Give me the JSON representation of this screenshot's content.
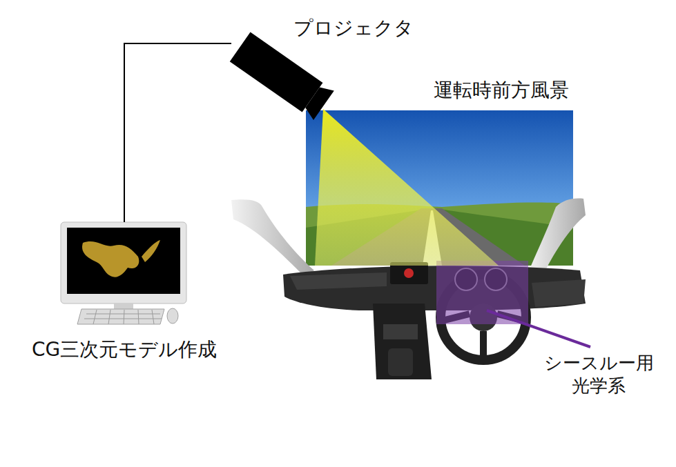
{
  "diagram": {
    "nodes": [
      {
        "text": [
          "プロジェクタ"
        ]
      },
      {
        "text": [
          "運転時前方風景"
        ]
      },
      {
        "text": [
          "CG三次元モデル作成"
        ]
      }
    ],
    "edges": [
      {
        "from": 2,
        "to": 0,
        "arrow": "none"
      }
    ],
    "labels": [
      "シースルー用 光学系"
    ]
  }
}
